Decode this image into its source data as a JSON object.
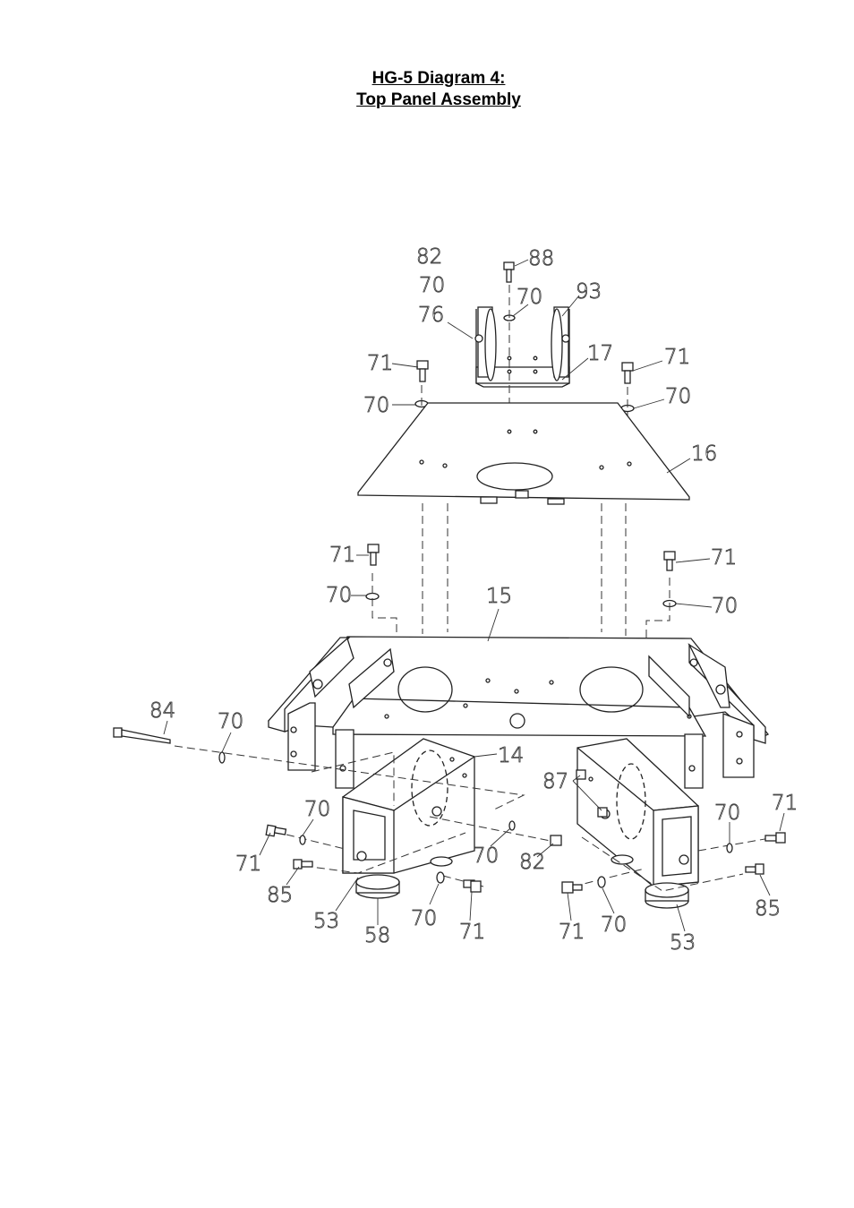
{
  "title": {
    "line1": "HG-5 Diagram 4:",
    "line2": "Top Panel Assembly"
  },
  "parts": [
    {
      "id": "p82a",
      "number": "82"
    },
    {
      "id": "p70a",
      "number": "70"
    },
    {
      "id": "p76",
      "number": "76"
    },
    {
      "id": "p88",
      "number": "88"
    },
    {
      "id": "p70b",
      "number": "70"
    },
    {
      "id": "p93",
      "number": "93"
    },
    {
      "id": "p17",
      "number": "17"
    },
    {
      "id": "p71a",
      "number": "71"
    },
    {
      "id": "p71b",
      "number": "71"
    },
    {
      "id": "p70c",
      "number": "70"
    },
    {
      "id": "p70d",
      "number": "70"
    },
    {
      "id": "p16",
      "number": "16"
    },
    {
      "id": "p71c",
      "number": "71"
    },
    {
      "id": "p71d",
      "number": "71"
    },
    {
      "id": "p70e",
      "number": "70"
    },
    {
      "id": "p15",
      "number": "15"
    },
    {
      "id": "p70f",
      "number": "70"
    },
    {
      "id": "p84",
      "number": "84"
    },
    {
      "id": "p70g",
      "number": "70"
    },
    {
      "id": "p14",
      "number": "14"
    },
    {
      "id": "p87",
      "number": "87"
    },
    {
      "id": "p71e",
      "number": "71"
    },
    {
      "id": "p70h",
      "number": "70"
    },
    {
      "id": "p70i",
      "number": "70"
    },
    {
      "id": "p71f",
      "number": "71"
    },
    {
      "id": "p70j",
      "number": "70"
    },
    {
      "id": "p82b",
      "number": "82"
    },
    {
      "id": "p85a",
      "number": "85"
    },
    {
      "id": "p53a",
      "number": "53"
    },
    {
      "id": "p70k",
      "number": "70"
    },
    {
      "id": "p71g",
      "number": "71"
    },
    {
      "id": "p58",
      "number": "58"
    },
    {
      "id": "p71h",
      "number": "71"
    },
    {
      "id": "p70l",
      "number": "70"
    },
    {
      "id": "p53b",
      "number": "53"
    },
    {
      "id": "p85b",
      "number": "85"
    }
  ]
}
